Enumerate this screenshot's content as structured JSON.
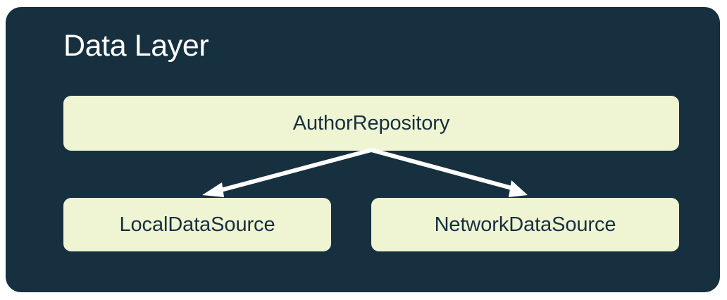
{
  "diagram": {
    "title": "Data Layer",
    "container_color": "#17303F",
    "node_fill": "#EFF4D3",
    "node_text_color": "#17303F",
    "arrow_color": "#FFFFFF",
    "title_color": "#FFFFFF",
    "nodes": [
      {
        "id": "repository",
        "label": "AuthorRepository"
      },
      {
        "id": "local",
        "label": "LocalDataSource"
      },
      {
        "id": "network",
        "label": "NetworkDataSource"
      }
    ],
    "edges": [
      {
        "from": "repository",
        "to": "local",
        "style": "solid-arrow"
      },
      {
        "from": "repository",
        "to": "network",
        "style": "solid-arrow"
      }
    ]
  }
}
